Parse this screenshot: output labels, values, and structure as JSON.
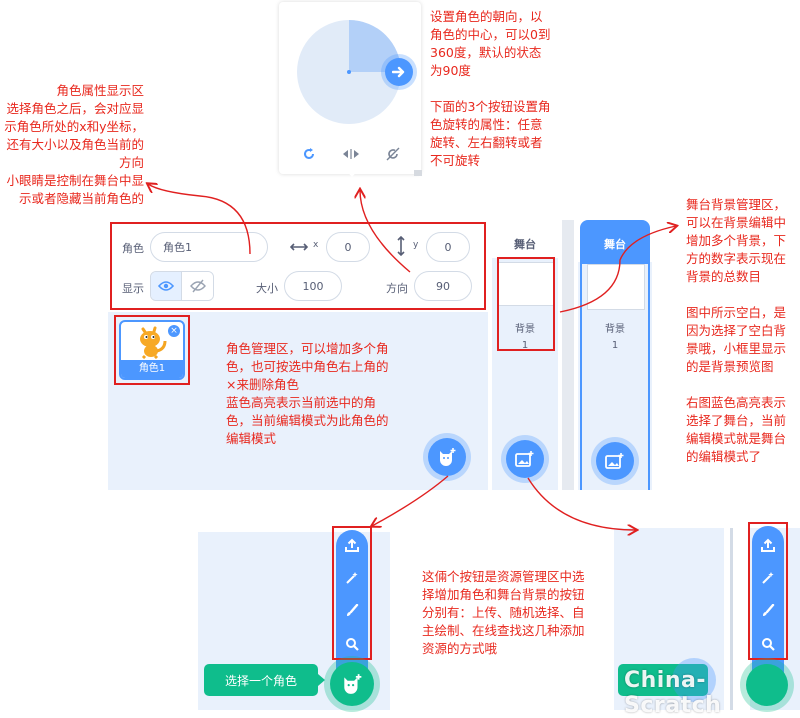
{
  "direction_popup": {
    "note": "设置角色的朝向，以\n角色的中心，可以0到\n360度，默认的状态\n为90度\n\n下面的3个按钮设置角\n色旋转的属性：任意\n旋转、左右翻转或者\n不可旋转",
    "rotation_modes": [
      "all-around-icon",
      "left-right-icon",
      "dont-rotate-icon"
    ]
  },
  "sprite_info": {
    "note": "角色属性显示区\n选择角色之后，会对应显\n示角色所处的x和y坐标，\n还有大小以及角色当前的\n方向\n小眼睛是控制在舞台中显\n示或者隐藏当前角色的",
    "sprite_label": "角色",
    "sprite_name": "角色1",
    "x_label": "x",
    "x_value": "0",
    "y_label": "y",
    "y_value": "0",
    "show_label": "显示",
    "size_label": "大小",
    "size_value": "100",
    "direction_label": "方向",
    "direction_value": "90"
  },
  "sprite_list": {
    "sprite_name": "角色1",
    "note": "角色管理区，可以增加多个角\n色，也可按选中角色右上角的\n×来删除角色\n蓝色高亮表示当前选中的角\n色，当前编辑模式为此角色的\n编辑模式"
  },
  "stage_panel_left": {
    "title": "舞台",
    "backdrop_label": "背景",
    "backdrop_count": "1"
  },
  "stage_panel_right": {
    "title": "舞台",
    "backdrop_label": "背景",
    "backdrop_count": "1"
  },
  "stage_note": "舞台背景管理区，\n可以在背景编辑中\n增加多个背景，下\n方的数字表示现在\n背景的总数目\n\n图中所示空白，是\n因为选择了空白背\n景哦，小框里显示\n的是背景预览图\n\n右图蓝色高亮表示\n选择了舞台，当前\n编辑模式就是舞台\n的编辑模式了",
  "asset_menu": {
    "note": "这倆个按钮是资源管理区中选\n择增加角色和舞台背景的按钮\n分别有：上传、随机选择、自\n主绘制、在线查找这几种添加\n资源的方式哦",
    "choose_sprite_label": "选择一个角色",
    "items": [
      "upload-icon",
      "surprise-icon",
      "paint-icon",
      "search-icon"
    ]
  },
  "watermark": "China-Scratch",
  "colors": {
    "blue": "#4c97ff",
    "red": "#e02020",
    "green": "#0fbd8c"
  }
}
